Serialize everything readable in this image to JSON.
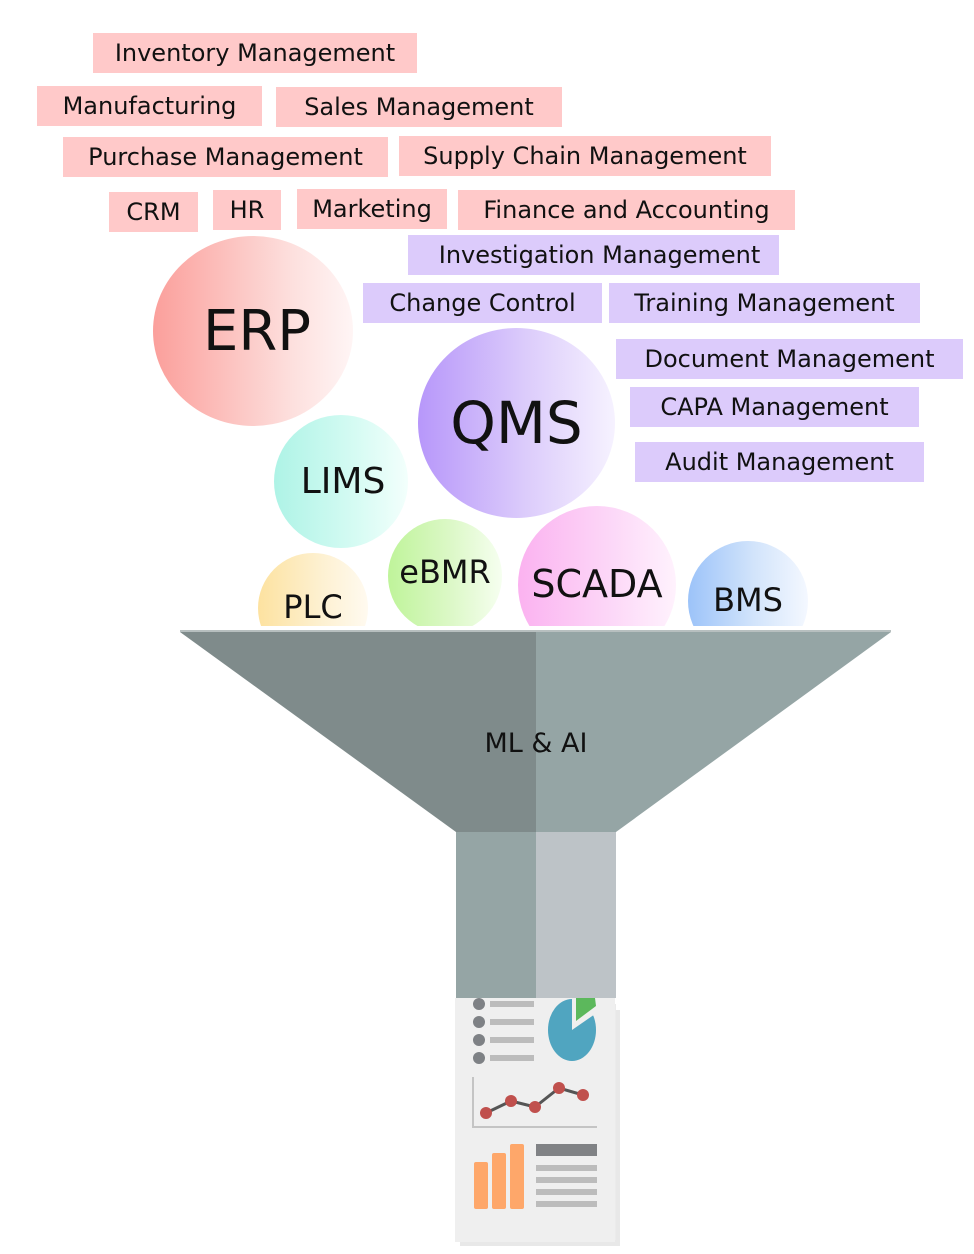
{
  "erp_modules": [
    "Inventory Management",
    "Manufacturing",
    "Sales Management",
    "Purchase Management",
    "Supply Chain Management",
    "CRM",
    "HR",
    "Marketing",
    "Finance and Accounting"
  ],
  "qms_modules": [
    "Investigation Management",
    "Change Control",
    "Training Management",
    "Document Management",
    "CAPA Management",
    "Audit Management"
  ],
  "systems": {
    "erp": "ERP",
    "qms": "QMS",
    "lims": "LIMS",
    "plc": "PLC",
    "ebmr": "eBMR",
    "scada": "SCADA",
    "bms": "BMS"
  },
  "funnel": {
    "label": "ML & AI"
  },
  "colors": {
    "erp_tag": "#ffc9c9",
    "qms_tag": "#dccbfb",
    "funnel_dark": "#7f8b8b",
    "funnel_light": "#95a5a5",
    "spout_dark": "#95a5a5",
    "spout_light": "#bdc3c7",
    "report_bar": "#fea76a",
    "report_line_point": "#c0504d",
    "report_pie": "#50a5c0",
    "report_pie_slice": "#5cb85c"
  }
}
